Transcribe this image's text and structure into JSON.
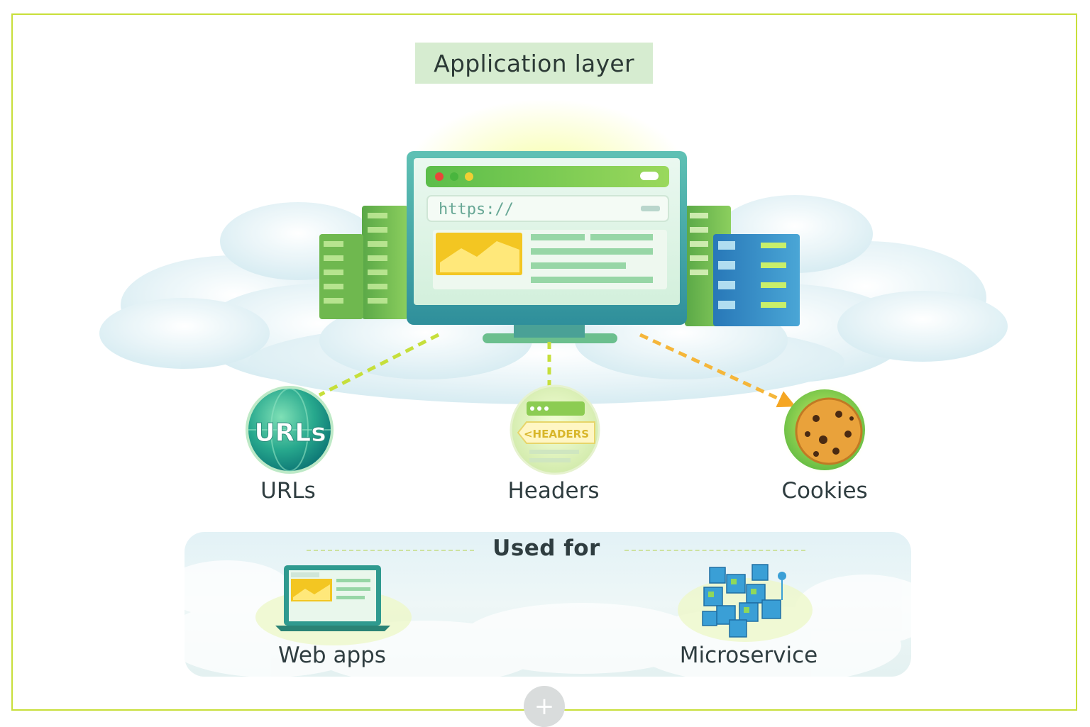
{
  "title": "Application layer",
  "browser": {
    "address": "https://"
  },
  "nodes": [
    {
      "label": "URLs",
      "badge": "URLs"
    },
    {
      "label": "Headers",
      "badge": "<HEADERS"
    },
    {
      "label": "Cookies"
    }
  ],
  "used_for": {
    "title": "Used for",
    "items": [
      {
        "label": "Web apps",
        "icon": "laptop-icon"
      },
      {
        "label": "Microservice",
        "icon": "cubes-icon"
      }
    ]
  },
  "plus_symbol": "+",
  "colors": {
    "frame": "#c8df3a",
    "title_bg": "#d6ecd0",
    "accent_green": "#7cc243",
    "accent_yellow": "#f3c622",
    "accent_blue": "#2a87c8",
    "arrow_orange": "#f5a623"
  }
}
